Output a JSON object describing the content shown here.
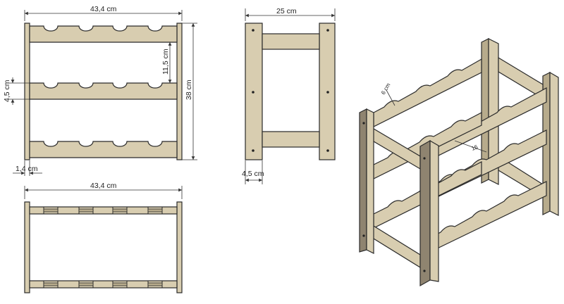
{
  "dimensions": {
    "front_width": "43,4 cm",
    "shelf_spacing": "11,5 cm",
    "rail_height": "4,5 cm",
    "total_height": "38 cm",
    "post_thickness": "1,4 cm",
    "top_width": "43,4 cm",
    "side_depth": "25 cm",
    "side_post_width": "4,5 cm",
    "iso_hole_small": "6 cm",
    "iso_hole_large": "15"
  },
  "colors": {
    "wood": "#d8cdb0",
    "wood_dark": "#b7ab8c",
    "wood_shadow": "#8f8470",
    "line": "#2a2a2a"
  }
}
